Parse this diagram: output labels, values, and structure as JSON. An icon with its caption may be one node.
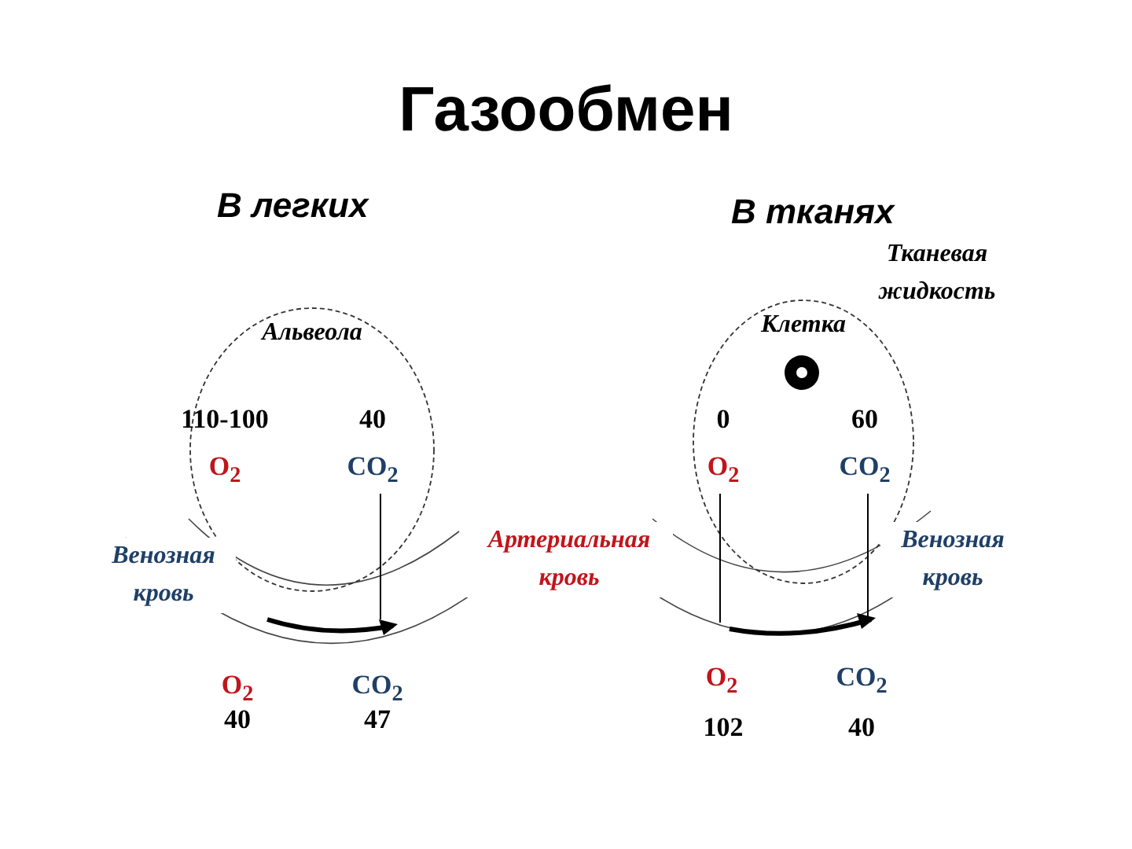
{
  "diagram": {
    "title": "Газообмен",
    "nodes": [
      {
        "text": [
          "Альвеола"
        ]
      },
      {
        "text": [
          "40",
          "CO$_{2}$"
        ],
        "in": 0
      },
      {
        "text": [
          "110-100",
          "O$_{2}$"
        ],
        "in": 0
      },
      {
        "text": [],
        "shape": "arrow"
      },
      {
        "text": [
          "Клетка"
        ]
      },
      {
        "text": [
          "0",
          "O$_{2}$"
        ],
        "in": 4
      },
      {
        "text": [
          "60",
          "CO$_{2}$"
        ],
        "in": 4
      },
      {
        "text": [],
        "shape": "arrow"
      }
    ],
    "edges": [
      {
        "from": 1,
        "to": 3,
        "arrow": "none"
      },
      {
        "from": 5,
        "to": 7,
        "arrow": "none"
      },
      {
        "from": 6,
        "to": 7,
        "arrow": "none"
      }
    ],
    "labels": [
      "В легких",
      "В тканях",
      "Тканевая жидкость",
      "Венозная кровь",
      "Артериальная кровь",
      "Венозная кровь",
      "O$_{2}$",
      "CO$_{2}$",
      "40",
      "47",
      "O$_{2}$",
      "CO$_{2}$",
      "102",
      "40"
    ]
  }
}
